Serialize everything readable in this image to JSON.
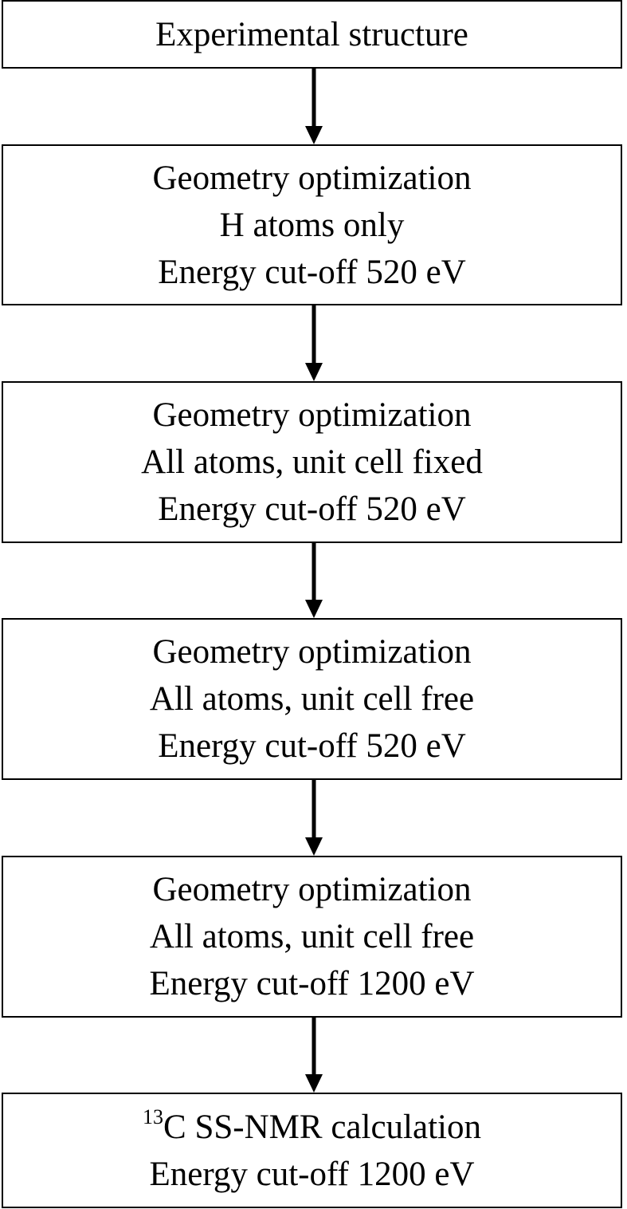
{
  "steps": [
    {
      "lines": [
        "Experimental structure"
      ]
    },
    {
      "lines": [
        "Geometry optimization",
        "H atoms only",
        "Energy cut-off 520 eV"
      ]
    },
    {
      "lines": [
        "Geometry optimization",
        "All atoms, unit cell fixed",
        "Energy cut-off 520 eV"
      ]
    },
    {
      "lines": [
        "Geometry optimization",
        "All atoms, unit cell free",
        "Energy cut-off 520 eV"
      ]
    },
    {
      "lines": [
        "Geometry optimization",
        "All atoms, unit cell free",
        "Energy cut-off 1200 eV"
      ]
    },
    {
      "superscript": "13",
      "lines": [
        "C SS-NMR calculation",
        "Energy cut-off 1200 eV"
      ]
    }
  ]
}
